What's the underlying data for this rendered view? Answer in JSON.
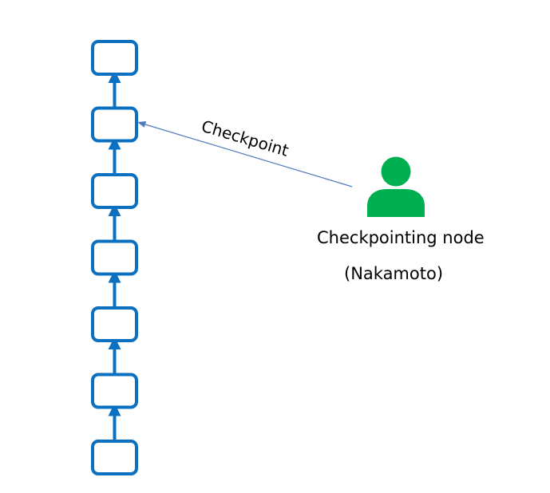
{
  "diagram": {
    "chain_block_count": 7,
    "edge_label": "Checkpoint",
    "node_label_line1": "Checkpointing node",
    "node_label_line2": "(Nakamoto)"
  },
  "colors": {
    "chain": "#0b70c0",
    "checkpoint_arrow": "#4f7bbd",
    "person": "#00b050",
    "text": "#000000"
  },
  "icons": {
    "person": "person-icon"
  }
}
